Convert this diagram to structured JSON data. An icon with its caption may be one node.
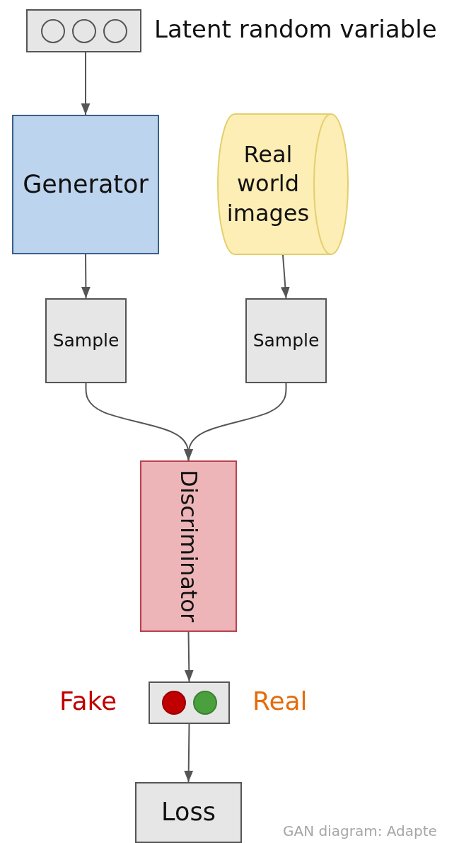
{
  "diagram": {
    "caption": "GAN diagram: Adapte",
    "nodes": [
      {
        "text": [],
        "shape": "box",
        "beside": [
          "Latent random variable"
        ]
      },
      {
        "text": [
          "Generator"
        ]
      },
      {
        "text": [
          "Real world images"
        ]
      },
      {
        "text": [
          "Sample"
        ]
      },
      {
        "text": [
          "Sample"
        ]
      },
      {
        "text": [
          "Discriminator"
        ]
      },
      {
        "text": [],
        "shape": "box",
        "beside": [
          "Fake",
          "Real"
        ]
      },
      {
        "text": [
          "Loss"
        ]
      }
    ],
    "edges": [
      {
        "from": 0,
        "to": 1,
        "arrow": "to"
      },
      {
        "from": 1,
        "to": 3,
        "arrow": "to"
      },
      {
        "from": 2,
        "to": 4,
        "arrow": "to"
      },
      {
        "from": 3,
        "to": 5,
        "arrow": "to"
      },
      {
        "from": 4,
        "to": 5,
        "arrow": "to"
      },
      {
        "from": 5,
        "to": 6,
        "arrow": "to"
      },
      {
        "from": 6,
        "to": 7,
        "arrow": "to"
      }
    ]
  }
}
